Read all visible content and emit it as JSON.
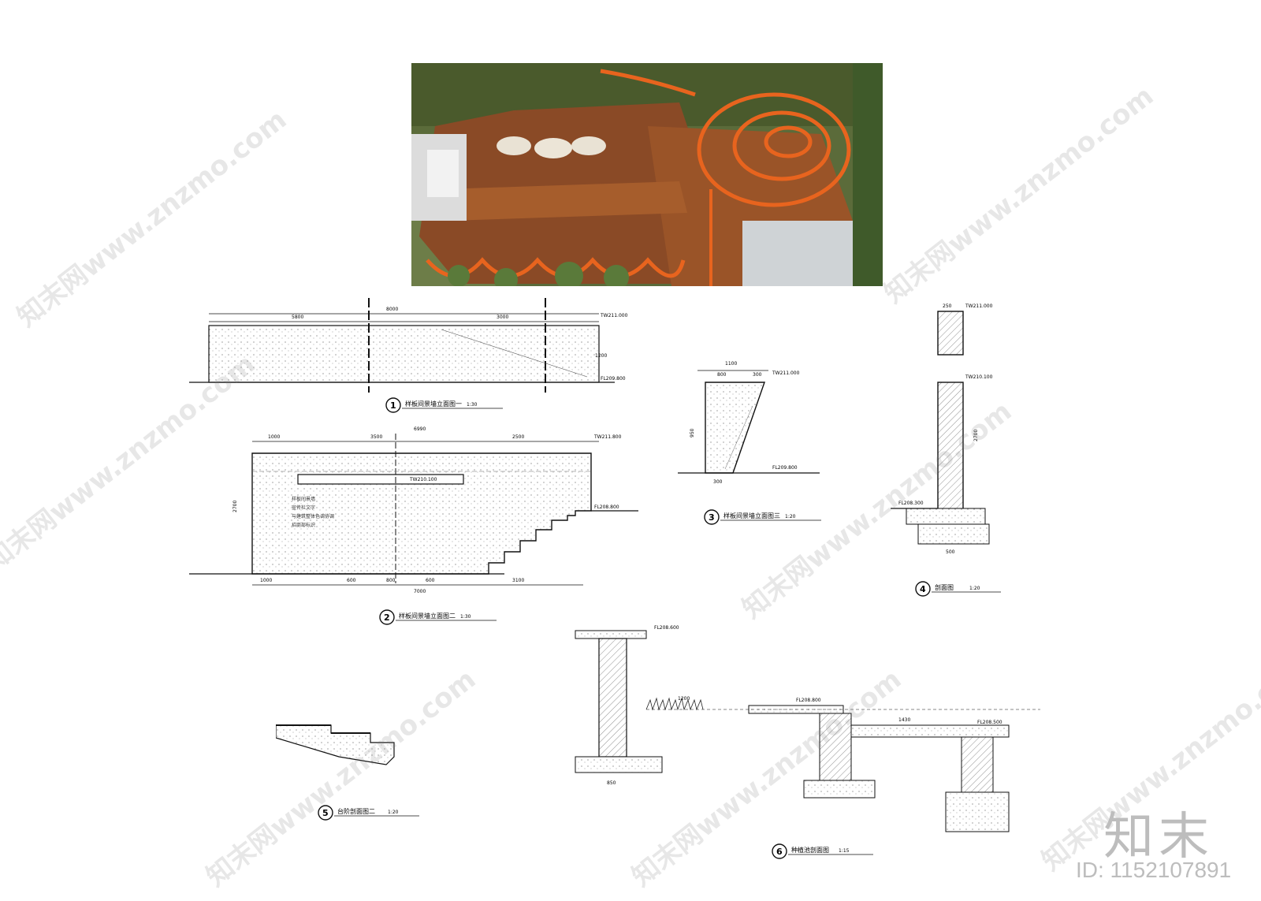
{
  "captions": {
    "c1": {
      "num": "1",
      "title": "样板间景墙立面图一",
      "scale": "1:30"
    },
    "c2": {
      "num": "2",
      "title": "样板间景墙立面图二",
      "scale": "1:30"
    },
    "c3": {
      "num": "3",
      "title": "样板间景墙立面图三",
      "scale": "1:20"
    },
    "c4": {
      "num": "4",
      "title": "剖面图",
      "scale": "1:20"
    },
    "c5": {
      "num": "5",
      "title": "台阶剖面图二",
      "scale": "1:20"
    },
    "c6": {
      "num": "6",
      "title": "种植池剖面图",
      "scale": "1:15"
    }
  },
  "elev1": {
    "total": "8000",
    "left": "5800",
    "right": "3000",
    "top_level": "TW211.000",
    "floor_level": "FL209.800",
    "height": "1200"
  },
  "elev2": {
    "total_top": "6990",
    "seg_a": "1000",
    "seg_b": "3500",
    "seg_c": "2500",
    "top_level": "TW211.800",
    "floor_level": "FL208.800",
    "mid_level": "TW210.100",
    "bottom": [
      "1000",
      "600",
      "800",
      "600",
      "3100"
    ],
    "bottom_total": "7000",
    "height": "2700",
    "lights": [
      "样板间景墙",
      "宣传栏文字",
      "与建筑整体色调协调",
      "招商部标识"
    ]
  },
  "elev3": {
    "width": "1100",
    "w1": "800",
    "w2": "300",
    "height": "950",
    "top_level": "TW211.000",
    "floor_level": "FL209.800",
    "base": "300"
  },
  "sec4": {
    "top_level": "TW211.000",
    "mid_level": "TW210.100",
    "floor_level": "FL208.300",
    "total": "2700",
    "wall": "250",
    "base": "500"
  },
  "sec6": {
    "width": "1200",
    "w2": "1430",
    "level_a": "FL208.600",
    "level_b": "FL208.800",
    "level_c": "FL208.500",
    "base": "850"
  },
  "brand": "知末",
  "id_label": "ID: 1152107891",
  "watermark": "知末网www.znzmo.com"
}
